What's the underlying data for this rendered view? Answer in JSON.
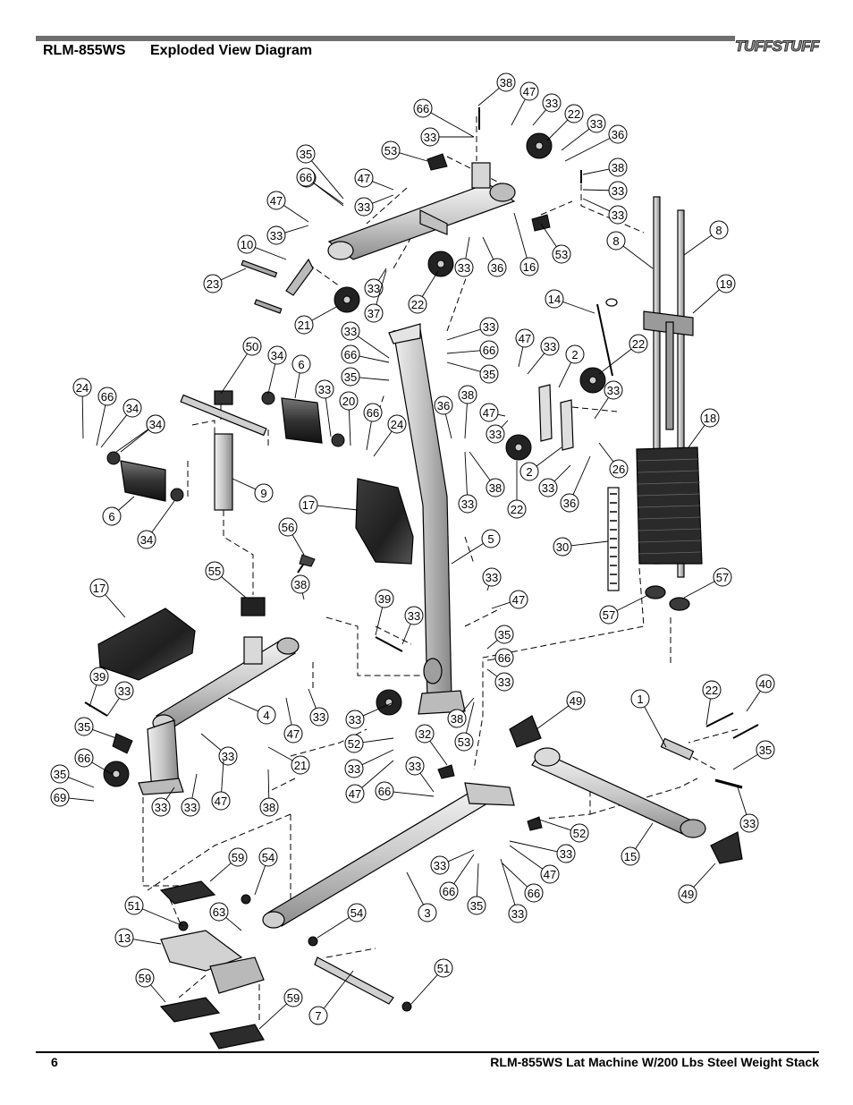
{
  "header": {
    "model_code": "RLM-855WS",
    "title": "Exploded View Diagram",
    "logo_text": "TUFFSTUFF"
  },
  "footer": {
    "page_number": "6",
    "caption": "RLM-855WS   Lat Machine W/200 Lbs Steel Weight Stack"
  },
  "callouts": [
    {
      "label": "38"
    },
    {
      "label": "47"
    },
    {
      "label": "33"
    },
    {
      "label": "66"
    },
    {
      "label": "33"
    },
    {
      "label": "22"
    },
    {
      "label": "33"
    },
    {
      "label": "36"
    },
    {
      "label": "53"
    },
    {
      "label": "38"
    },
    {
      "label": "66"
    },
    {
      "label": "33"
    },
    {
      "label": "35"
    },
    {
      "label": "66"
    },
    {
      "label": "47"
    },
    {
      "label": "33"
    },
    {
      "label": "47"
    },
    {
      "label": "33"
    },
    {
      "label": "33"
    },
    {
      "label": "8"
    },
    {
      "label": "8"
    },
    {
      "label": "10"
    },
    {
      "label": "53"
    },
    {
      "label": "23"
    },
    {
      "label": "33"
    },
    {
      "label": "36"
    },
    {
      "label": "16"
    },
    {
      "label": "33"
    },
    {
      "label": "19"
    },
    {
      "label": "37"
    },
    {
      "label": "22"
    },
    {
      "label": "21"
    },
    {
      "label": "14"
    },
    {
      "label": "33"
    },
    {
      "label": "33"
    },
    {
      "label": "66"
    },
    {
      "label": "66"
    },
    {
      "label": "47"
    },
    {
      "label": "33"
    },
    {
      "label": "22"
    },
    {
      "label": "35"
    },
    {
      "label": "35"
    },
    {
      "label": "50"
    },
    {
      "label": "34"
    },
    {
      "label": "6"
    },
    {
      "label": "2"
    },
    {
      "label": "24"
    },
    {
      "label": "66"
    },
    {
      "label": "34"
    },
    {
      "label": "33"
    },
    {
      "label": "20"
    },
    {
      "label": "20"
    },
    {
      "label": "38"
    },
    {
      "label": "33"
    },
    {
      "label": "66"
    },
    {
      "label": "36"
    },
    {
      "label": "47"
    },
    {
      "label": "34"
    },
    {
      "label": "24"
    },
    {
      "label": "18"
    },
    {
      "label": "33"
    },
    {
      "label": "26"
    },
    {
      "label": "9"
    },
    {
      "label": "2"
    },
    {
      "label": "33"
    },
    {
      "label": "36"
    },
    {
      "label": "6"
    },
    {
      "label": "17"
    },
    {
      "label": "38"
    },
    {
      "label": "33"
    },
    {
      "label": "22"
    },
    {
      "label": "34"
    },
    {
      "label": "5"
    },
    {
      "label": "30"
    },
    {
      "label": "56"
    },
    {
      "label": "55"
    },
    {
      "label": "33"
    },
    {
      "label": "57"
    },
    {
      "label": "17"
    },
    {
      "label": "38"
    },
    {
      "label": "47"
    },
    {
      "label": "57"
    },
    {
      "label": "39"
    },
    {
      "label": "33"
    },
    {
      "label": "35"
    },
    {
      "label": "66"
    },
    {
      "label": "39"
    },
    {
      "label": "33"
    },
    {
      "label": "33"
    },
    {
      "label": "40"
    },
    {
      "label": "1"
    },
    {
      "label": "49"
    },
    {
      "label": "4"
    },
    {
      "label": "22"
    },
    {
      "label": "33"
    },
    {
      "label": "33"
    },
    {
      "label": "38"
    },
    {
      "label": "47"
    },
    {
      "label": "53"
    },
    {
      "label": "35"
    },
    {
      "label": "52"
    },
    {
      "label": "32"
    },
    {
      "label": "35"
    },
    {
      "label": "33"
    },
    {
      "label": "21"
    },
    {
      "label": "66"
    },
    {
      "label": "33"
    },
    {
      "label": "35"
    },
    {
      "label": "33"
    },
    {
      "label": "47"
    },
    {
      "label": "66"
    },
    {
      "label": "69"
    },
    {
      "label": "33"
    },
    {
      "label": "33"
    },
    {
      "label": "47"
    },
    {
      "label": "33"
    },
    {
      "label": "38"
    },
    {
      "label": "52"
    },
    {
      "label": "33"
    },
    {
      "label": "15"
    },
    {
      "label": "59"
    },
    {
      "label": "54"
    },
    {
      "label": "33"
    },
    {
      "label": "47"
    },
    {
      "label": "66"
    },
    {
      "label": "66"
    },
    {
      "label": "49"
    },
    {
      "label": "51"
    },
    {
      "label": "63"
    },
    {
      "label": "54"
    },
    {
      "label": "3"
    },
    {
      "label": "35"
    },
    {
      "label": "33"
    },
    {
      "label": "13"
    },
    {
      "label": "51"
    },
    {
      "label": "59"
    },
    {
      "label": "59"
    },
    {
      "label": "7"
    }
  ]
}
